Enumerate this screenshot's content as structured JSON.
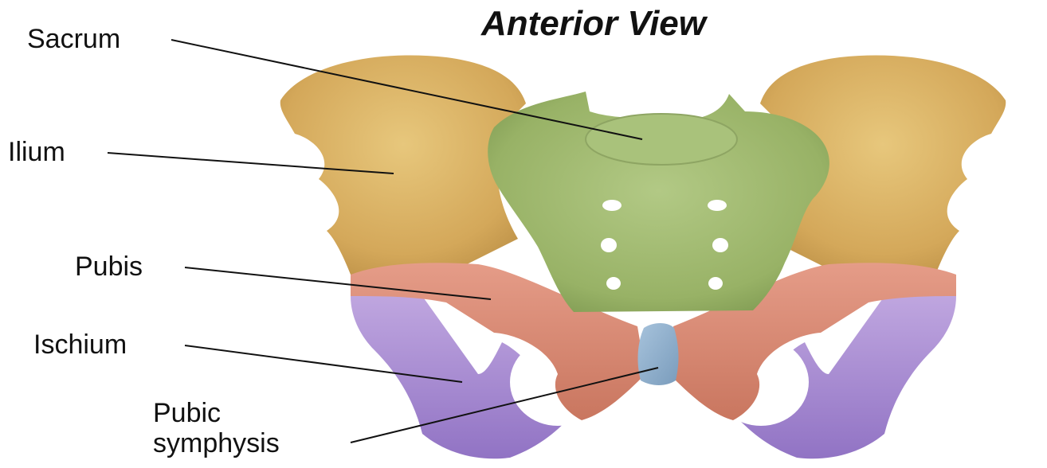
{
  "title": "Anterior View",
  "labels": {
    "sacrum": "Sacrum",
    "ilium": "Ilium",
    "pubis": "Pubis",
    "ischium": "Ischium",
    "pubic_symphysis_line1": "Pubic",
    "pubic_symphysis_line2": "symphysis"
  },
  "colors": {
    "ilium": "#d8b060",
    "sacrum": "#9cb86a",
    "pubis": "#d88874",
    "ischium": "#a98ad0",
    "pubic_symphysis": "#8fb0cc",
    "background": "#ffffff"
  }
}
